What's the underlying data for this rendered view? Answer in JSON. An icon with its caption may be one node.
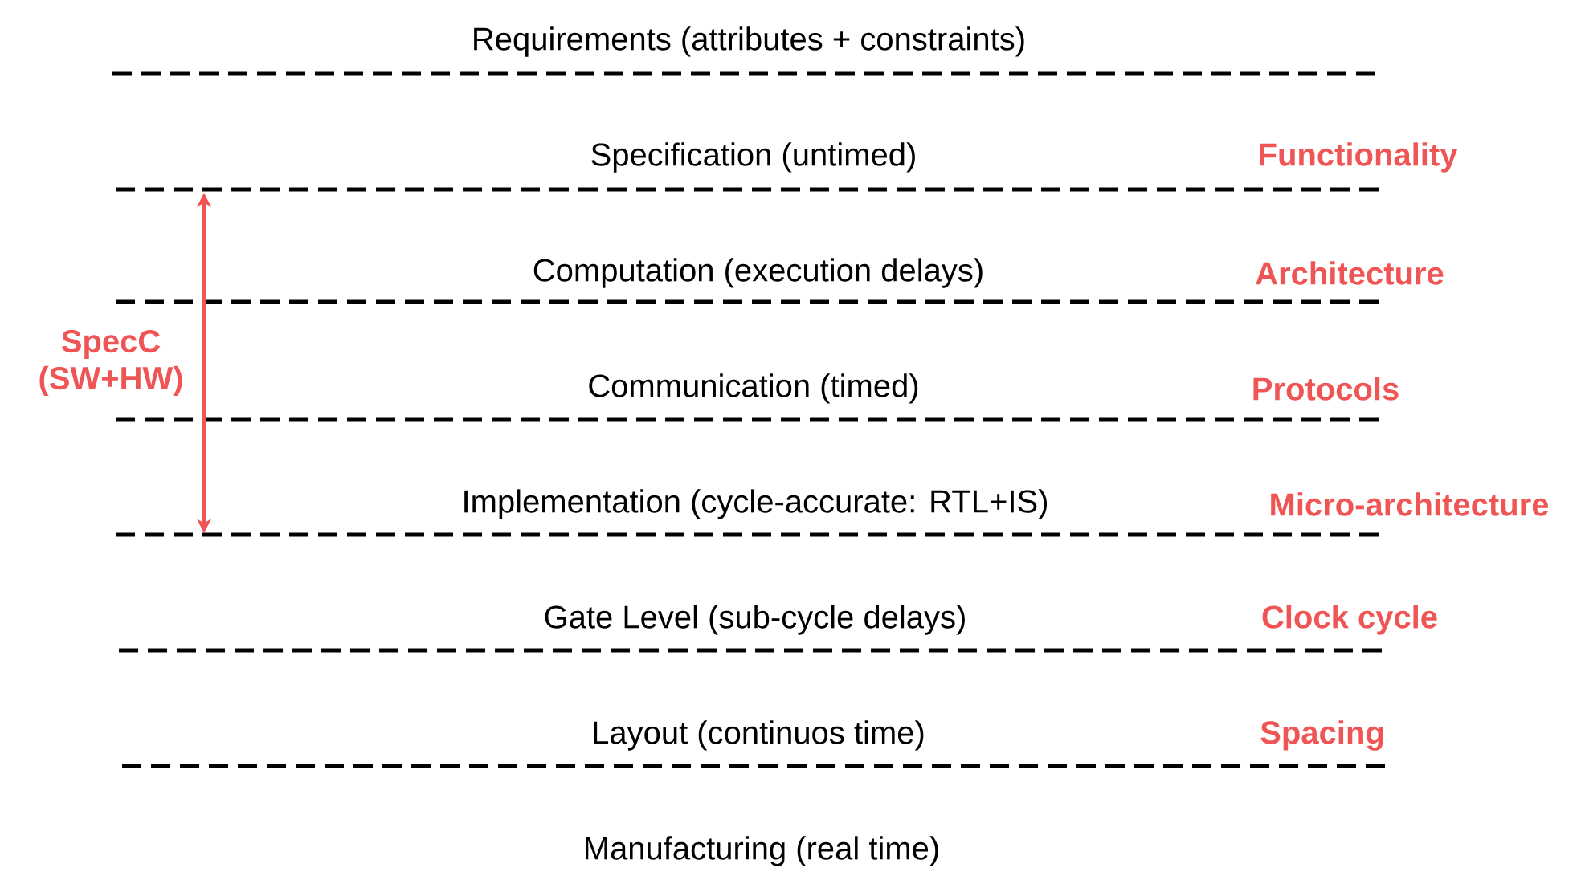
{
  "diagram": {
    "labels": [
      "Requirements (attributes + constraints)",
      "Specification (untimed)",
      "Functionality",
      "Computation (execution delays)",
      "Architecture",
      "SpecC (SW+HW)",
      "Communication (timed)",
      "Protocols",
      "Implementation (cycle-accurate: RTL+IS)",
      "Micro-architecture",
      "Gate Level (sub-cycle delays)",
      "Clock cycle",
      "Layout (continuos time)",
      "Spacing",
      "Manufacturing (real time)"
    ]
  }
}
